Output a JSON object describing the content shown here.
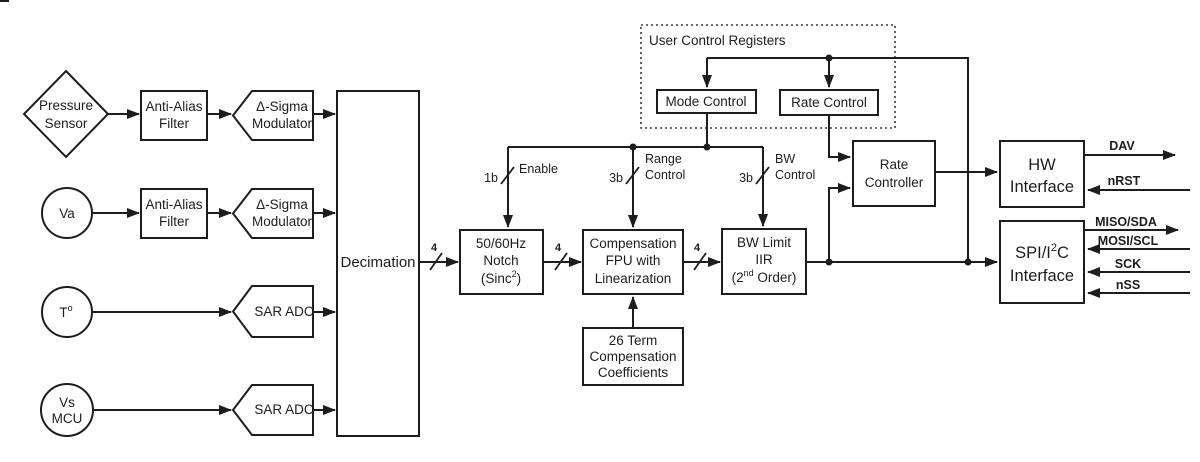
{
  "sources": {
    "pressure": {
      "line1": "Pressure",
      "line2": "Sensor"
    },
    "va": {
      "label": "Va"
    },
    "temp": {
      "base": "T",
      "sup": "o"
    },
    "vs": {
      "line1": "Vs",
      "line2": "MCU"
    }
  },
  "blocks": {
    "aaf1": {
      "line1": "Anti-Alias",
      "line2": "Filter"
    },
    "aaf2": {
      "line1": "Anti-Alias",
      "line2": "Filter"
    },
    "dsm1": {
      "line1": "Δ-Sigma",
      "line2": "Modulator"
    },
    "dsm2": {
      "line1": "Δ-Sigma",
      "line2": "Modulator"
    },
    "sar1": {
      "label": "SAR ADC"
    },
    "sar2": {
      "label": "SAR ADC"
    },
    "decimation": {
      "label": "Decimation"
    },
    "notch": {
      "line1": "50/60Hz",
      "line2": "Notch",
      "line3_pre": "(Sinc",
      "line3_sup": "2",
      "line3_post": ")"
    },
    "fpu": {
      "line1": "Compensation",
      "line2": "FPU with",
      "line3": "Linearization"
    },
    "bw": {
      "line1": "BW Limit",
      "line2": "IIR",
      "line3_pre": "(2",
      "line3_sup": "nd",
      "line3_post": " Order)"
    },
    "coeff": {
      "line1": "26 Term",
      "line2": "Compensation",
      "line3": "Coefficients"
    },
    "rate_controller": {
      "line1": "Rate",
      "line2": "Controller"
    },
    "hw": {
      "line1": "HW",
      "line2": "Interface"
    },
    "spi": {
      "line1_pre": "SPI/I",
      "line1_sup": "2",
      "line1_post": "C",
      "line2": "Interface"
    }
  },
  "registers": {
    "title": "User Control Registers",
    "mode": "Mode Control",
    "rate": "Rate Control"
  },
  "bus": {
    "dec_out": "4",
    "notch_out": "4",
    "fpu_out": "4",
    "enable_bits": "1b",
    "enable_label": "Enable",
    "range_bits": "3b",
    "range_label1": "Range",
    "range_label2": "Control",
    "bwc_bits": "3b",
    "bwc_label1": "BW",
    "bwc_label2": "Control"
  },
  "io": {
    "dav": "DAV",
    "nrst": "nRST",
    "miso": "MISO/SDA",
    "mosi": "MOSI/SCL",
    "sck": "SCK",
    "nss": "nSS"
  },
  "colors": {
    "line": "#1d1d1d",
    "background": "#ffffff"
  }
}
